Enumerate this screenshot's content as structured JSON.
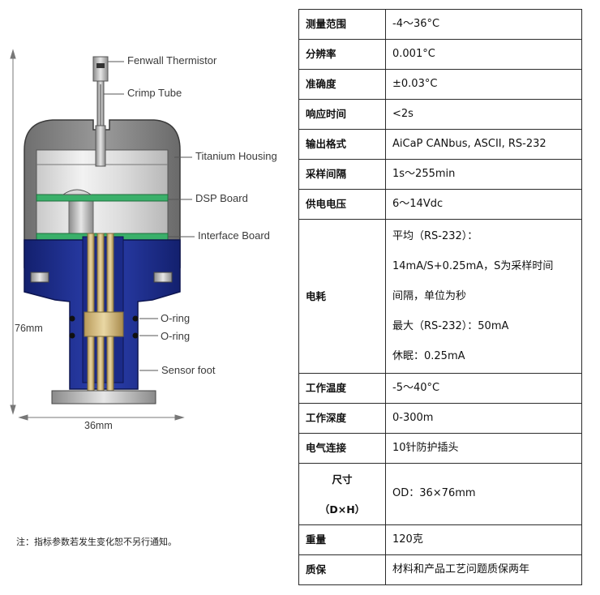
{
  "figure": {
    "labels": {
      "thermistor": "Fenwall Thermistor",
      "crimp_tube": "Crimp Tube",
      "housing": "Titanium Housing",
      "dsp_board": "DSP Board",
      "interface_board": "Interface Board",
      "oring_1": "O-ring",
      "oring_2": "O-ring",
      "sensor_foot": "Sensor foot",
      "height_dim": "76mm",
      "width_dim": "36mm"
    }
  },
  "note": "注：指标参数若发生变化恕不另行通知。",
  "specs": [
    {
      "key": "测量范围",
      "value": " -4～36°C"
    },
    {
      "key": "分辨率",
      "value": "0.001°C"
    },
    {
      "key": "准确度",
      "value": "±0.03°C"
    },
    {
      "key": "响应时间",
      "value": "<2s"
    },
    {
      "key": "输出格式",
      "value": "AiCaP CANbus, ASCII,  RS-232"
    },
    {
      "key": "采样间隔",
      "value": "1s～255min"
    },
    {
      "key": "供电电压",
      "value": "6～14Vdc"
    },
    {
      "key": "电耗",
      "lines": [
        "平均（RS-232）：",
        "14mA/S+0.25mA，S为采样时间",
        "间隔，单位为秒",
        "最大（RS-232）：50mA",
        "休眠：0.25mA"
      ]
    },
    {
      "key": "工作温度",
      "value": "-5～40°C"
    },
    {
      "key": "工作深度",
      "value": "0-300m"
    },
    {
      "key": "电气连接",
      "value": "10针防护插头"
    },
    {
      "key_lines": [
        "尺寸",
        "（D×H）"
      ],
      "value": "OD：36×76mm"
    },
    {
      "key": "重量",
      "value": "120克"
    },
    {
      "key": "质保",
      "value": "材料和产品工艺问题质保两年"
    }
  ]
}
